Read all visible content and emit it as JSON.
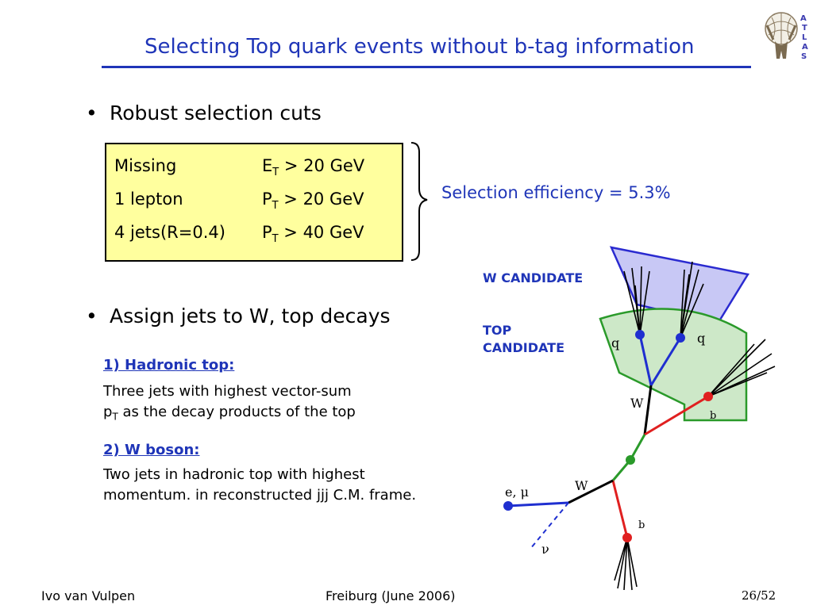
{
  "title": "Selecting Top quark events without b-tag information",
  "logo_text": [
    "A",
    "T",
    "L",
    "A",
    "S"
  ],
  "bullets": {
    "b1": "Robust selection cuts",
    "b2": "Assign jets to W, top decays",
    "marker": "•"
  },
  "cuts": [
    {
      "label": "Missing",
      "var": "E",
      "sub": "T",
      "cond": " > 20 GeV"
    },
    {
      "label": "1 lepton",
      "var": "P",
      "sub": "T",
      "cond": " > 20 GeV"
    },
    {
      "label": "4 jets(R=0.4)",
      "var": "P",
      "sub": "T",
      "cond": " > 40 GeV"
    }
  ],
  "efficiency": "Selection efficiency = 5.3%",
  "hadronic": {
    "heading": "1) Hadronic top:",
    "line1": "Three jets with highest vector-sum",
    "line2_pre": "p",
    "line2_sub": "T",
    "line2_post": " as the decay products of the top"
  },
  "wboson": {
    "heading": "2) W boson:",
    "line1": "Two jets in hadronic top with highest",
    "line2": "momentum. in reconstructed jjj C.M. frame."
  },
  "diagram": {
    "w_candidate": "W CANDIDATE",
    "top_candidate_1": "TOP",
    "top_candidate_2": "CANDIDATE",
    "q1": "q",
    "q2": "q",
    "w_upper": "W",
    "b_upper": "b",
    "lepton": "e, μ",
    "w_lower": "W",
    "b_lower": "b",
    "nu": "ν",
    "colors": {
      "w_region": "#c8c8f5",
      "top_region": "#cde8c8",
      "quark": "#1f2fd0",
      "bjet": "#e02020",
      "green": "#2a9a2a"
    }
  },
  "footer": {
    "author": "Ivo van Vulpen",
    "venue": "Freiburg (June 2006)",
    "page": "26/52"
  }
}
